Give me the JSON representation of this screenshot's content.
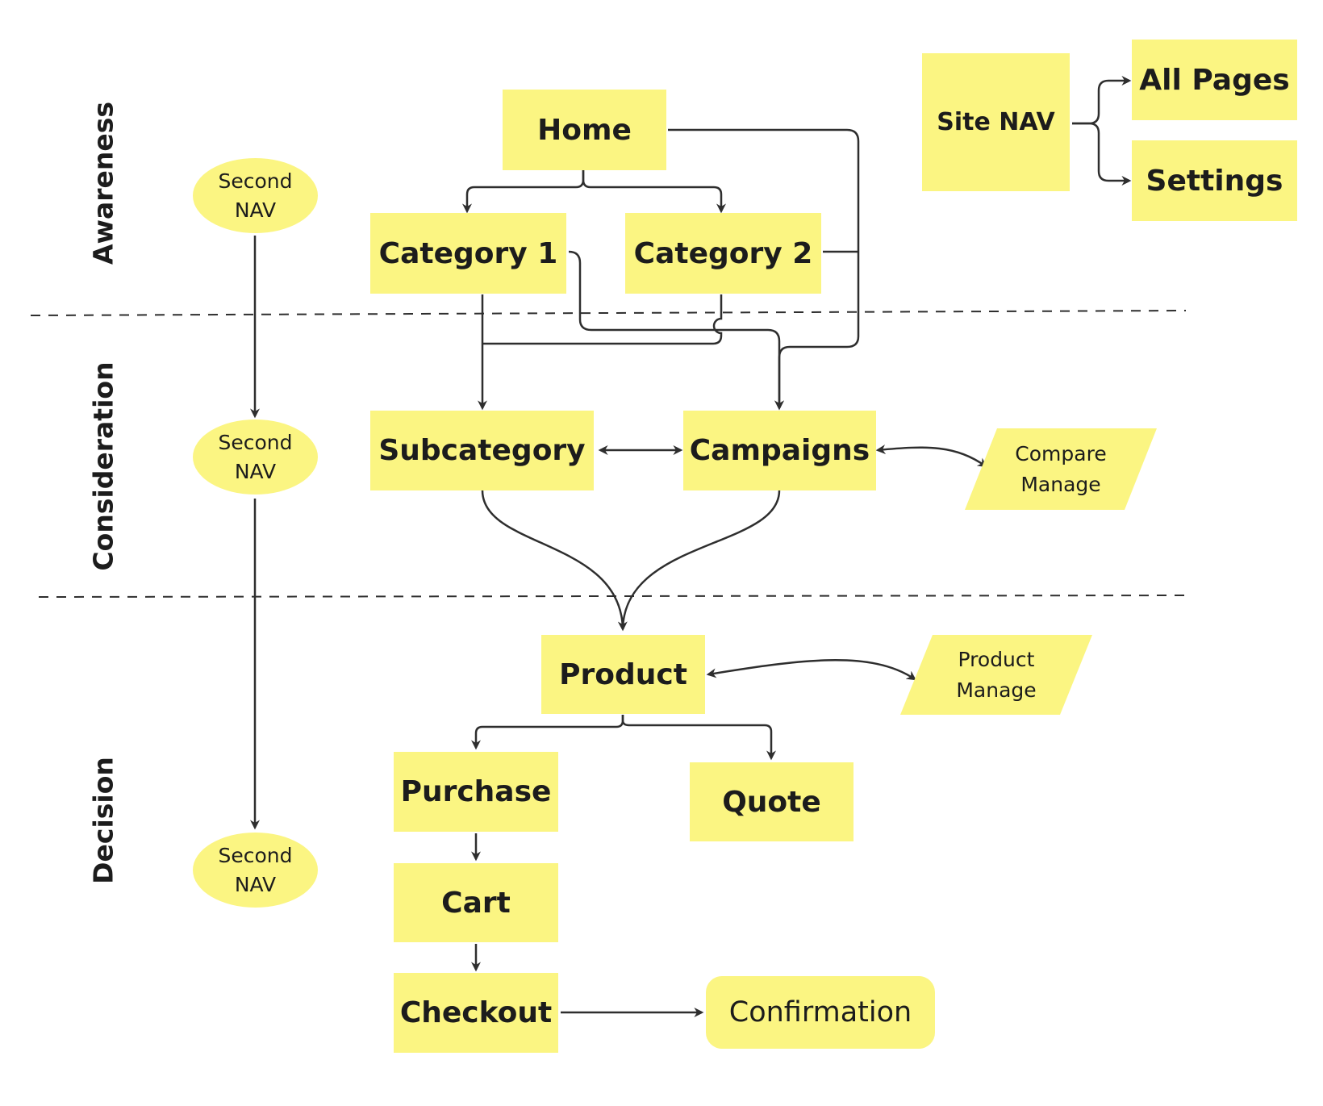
{
  "stages": {
    "awareness": "Awareness",
    "consideration": "Consideration",
    "decision": "Decision"
  },
  "second_nav": {
    "awareness": "Second\nNAV",
    "consideration": "Second\nNAV",
    "decision": "Second\nNAV"
  },
  "nodes": {
    "home": "Home",
    "category1": "Category 1",
    "category2": "Category 2",
    "site_nav": "Site NAV",
    "all_pages": "All Pages",
    "settings": "Settings",
    "subcategory": "Subcategory",
    "campaigns": "Campaigns",
    "compare_manage": "Compare\nManage",
    "product": "Product",
    "product_manage": "Product\nManage",
    "purchase": "Purchase",
    "quote": "Quote",
    "cart": "Cart",
    "checkout": "Checkout",
    "confirmation": "Confirmation"
  },
  "colors": {
    "sticky": "#fbf582",
    "line": "#2e2e2e",
    "text": "#1c1c1c"
  }
}
